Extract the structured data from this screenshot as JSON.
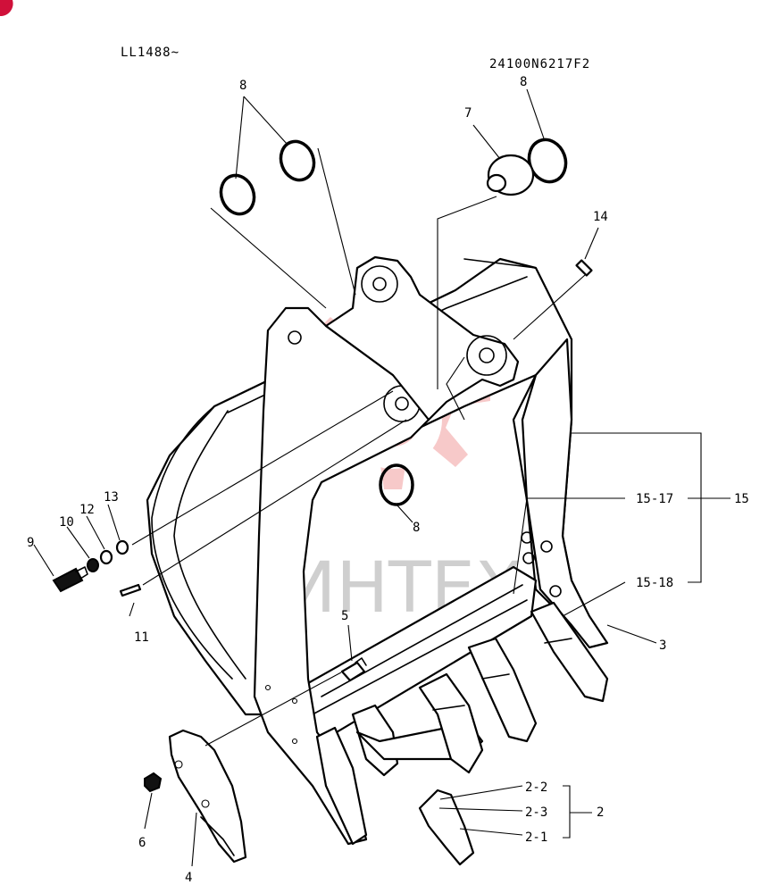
{
  "header": {
    "serial_range": "LL1488~",
    "drawing_number": "24100N6217F2"
  },
  "watermark": {
    "text": "ИНТЕХ",
    "logo": "gear-logo-icon",
    "color": "#f7c9c9"
  },
  "callouts": {
    "c1": "8",
    "c2": "8",
    "c3": "7",
    "c4": "14",
    "c5": "8",
    "c6": "9",
    "c7": "10",
    "c8": "12",
    "c9": "13",
    "c10": "11",
    "c11": "5",
    "c12": "15-17",
    "c13": "15",
    "c14": "15-18",
    "c15": "3",
    "c16": "6",
    "c17": "4",
    "c18": "2-2",
    "c19": "2-3",
    "c20": "2-1",
    "c21": "2"
  },
  "badge_color": "#d0103a"
}
